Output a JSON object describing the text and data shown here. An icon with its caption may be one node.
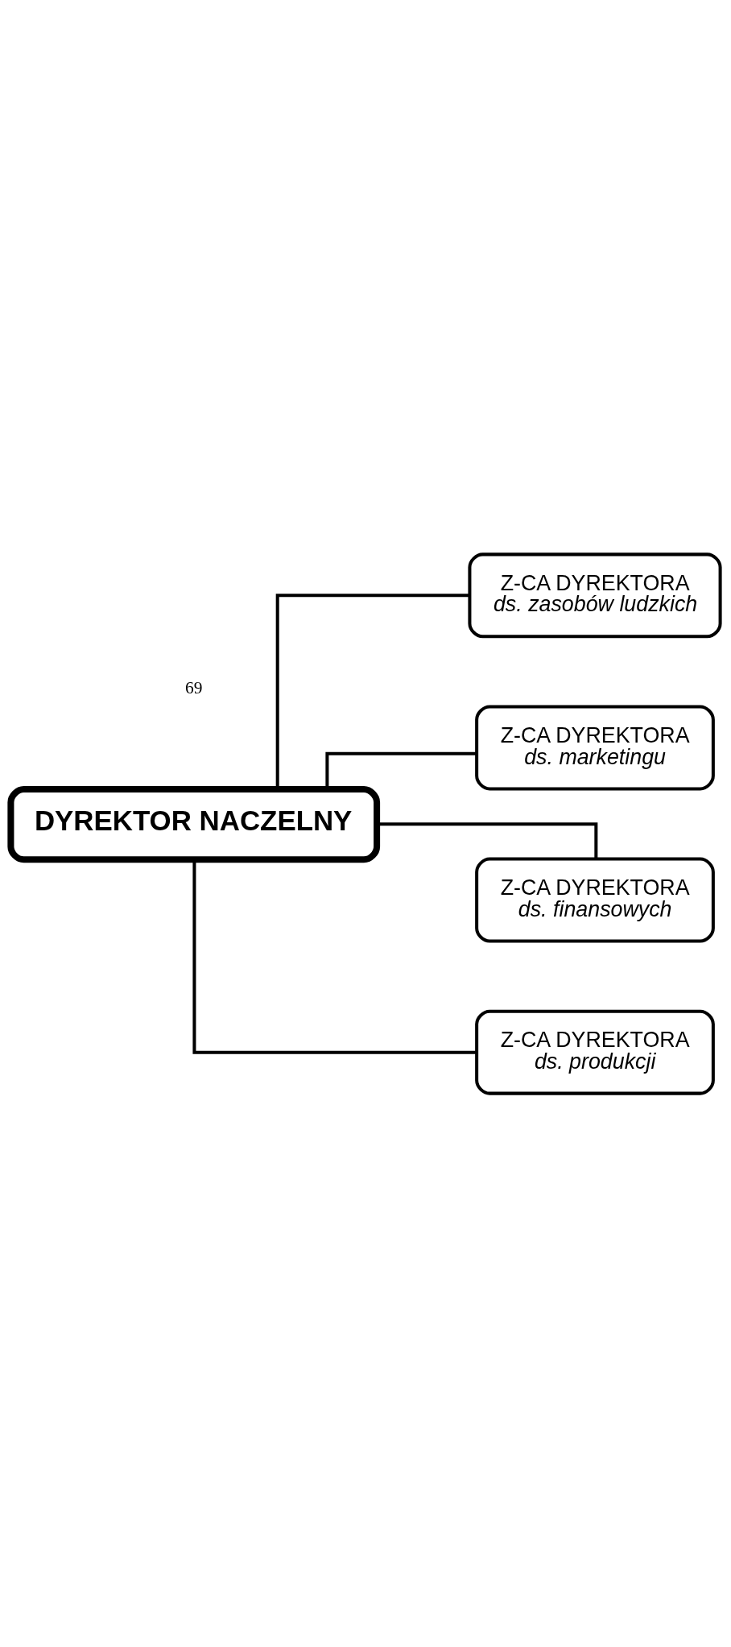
{
  "diagram": {
    "nodes": [
      {
        "text": [
          "DYREKTOR NACZELNY"
        ]
      },
      {
        "text": [
          "Z-CA DYREKTORA",
          "ds. zasobów ludzkich"
        ]
      },
      {
        "text": [
          "Z-CA DYREKTORA",
          "ds. marketingu"
        ]
      },
      {
        "text": [
          "Z-CA DYREKTORA",
          "ds. finansowych"
        ]
      },
      {
        "text": [
          "Z-CA DYREKTORA",
          "ds. produkcji"
        ]
      }
    ],
    "edges": [
      {
        "from": 0,
        "to": 1,
        "arrow": "none"
      },
      {
        "from": 0,
        "to": 2,
        "arrow": "none"
      },
      {
        "from": 0,
        "to": 3,
        "arrow": "none"
      },
      {
        "from": 0,
        "to": 4,
        "arrow": "none"
      }
    ],
    "labels": [
      "69"
    ]
  }
}
